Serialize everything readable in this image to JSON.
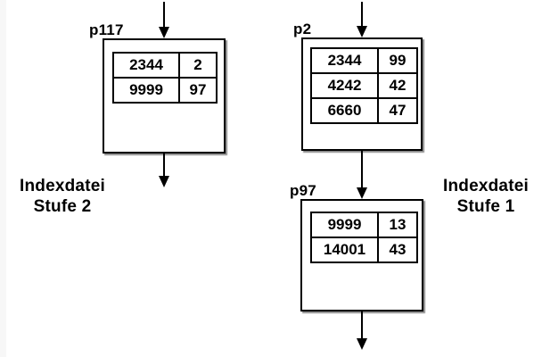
{
  "diagram": {
    "background": "#ffffff",
    "line_color": "#000000",
    "box_border_color": "#000000",
    "shadow_color": "#8b8b8b"
  },
  "nodes": {
    "p117": {
      "label": "p117",
      "rows": [
        [
          "2344",
          "2"
        ],
        [
          "9999",
          "97"
        ]
      ]
    },
    "p2": {
      "label": "p2",
      "rows": [
        [
          "2344",
          "99"
        ],
        [
          "4242",
          "42"
        ],
        [
          "6660",
          "47"
        ]
      ]
    },
    "p97": {
      "label": "p97",
      "rows": [
        [
          "9999",
          "13"
        ],
        [
          "14001",
          "43"
        ]
      ]
    }
  },
  "captions": {
    "left": {
      "line1": "Indexdatei",
      "line2": "Stufe 2"
    },
    "right": {
      "line1": "Indexdatei",
      "line2": "Stufe 1"
    }
  }
}
